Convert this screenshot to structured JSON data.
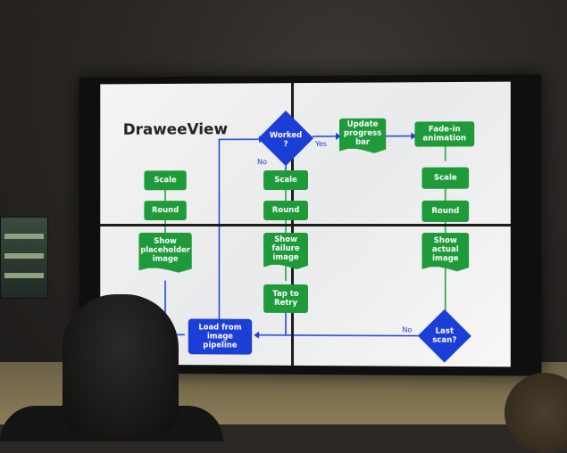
{
  "slide": {
    "title": "DraweeView",
    "left_column": {
      "scale": "Scale",
      "round": "Round",
      "show_placeholder": "Show\nplaceholder\nimage"
    },
    "middle_column": {
      "worked": "Worked\n?",
      "scale": "Scale",
      "round": "Round",
      "show_failure": "Show\nfailure\nimage",
      "tap_to_retry": "Tap to\nRetry"
    },
    "right_column": {
      "update_progress": "Update\nprogress\nbar",
      "fade_in": "Fade-in\nanimation",
      "scale": "Scale",
      "round": "Round",
      "show_actual": "Show\nactual\nimage"
    },
    "load_pipeline": "Load from\nimage\npipeline",
    "last_scan": "Last\nscan?",
    "labels": {
      "yes": "Yes",
      "no_worked": "No",
      "no_last": "No"
    }
  },
  "colors": {
    "green_box": "#1f9a3a",
    "blue_box": "#1b3fd6",
    "screen_bg": "#f4f4f2"
  }
}
